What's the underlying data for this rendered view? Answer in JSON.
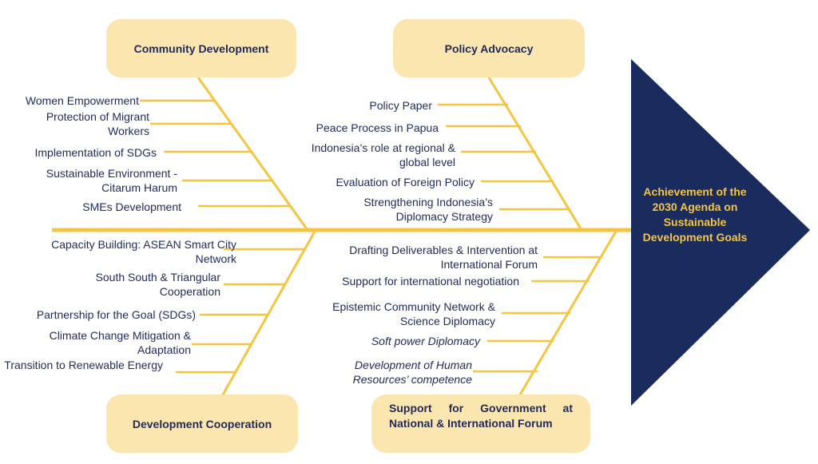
{
  "goal": "Achievement of the 2030 Agenda on Sustainable Development Goals",
  "categories": {
    "community_development": {
      "title": "Community Development",
      "items": [
        "Women Empowerment",
        "Protection of Migrant Workers",
        "Implementation of SDGs",
        "Sustainable Environment - Citarum Harum",
        "SMEs Development"
      ]
    },
    "policy_advocacy": {
      "title": "Policy Advocacy",
      "items": [
        "Policy Paper",
        "Peace Process in Papua",
        "Indonesia’s role at regional & global level",
        "Evaluation of Foreign Policy",
        "Strengthening Indonesia’s Diplomacy Strategy"
      ]
    },
    "development_cooperation": {
      "title": "Development Cooperation",
      "items": [
        "Capacity Building: ASEAN Smart City Network",
        "South South & Triangular Cooperation",
        "Partnership for the Goal (SDGs)",
        "Climate Change Mitigation & Adaptation",
        "Transition to Renewable Energy"
      ]
    },
    "government_support": {
      "title": "Support for Government at National & International Forum",
      "items": [
        "Drafting Deliverables & Intervention at International Forum",
        "Support for international negotiation",
        "Epistemic Community Network & Science Diplomacy",
        "Soft power Diplomacy",
        "Development of Human Resources’ competence"
      ]
    }
  },
  "colors": {
    "bone": "#f5c542",
    "box_fill": "#fbe6b0",
    "head_fill": "#1a2b5e",
    "text": "#1f2a5c",
    "head_text": "#f5c542"
  }
}
